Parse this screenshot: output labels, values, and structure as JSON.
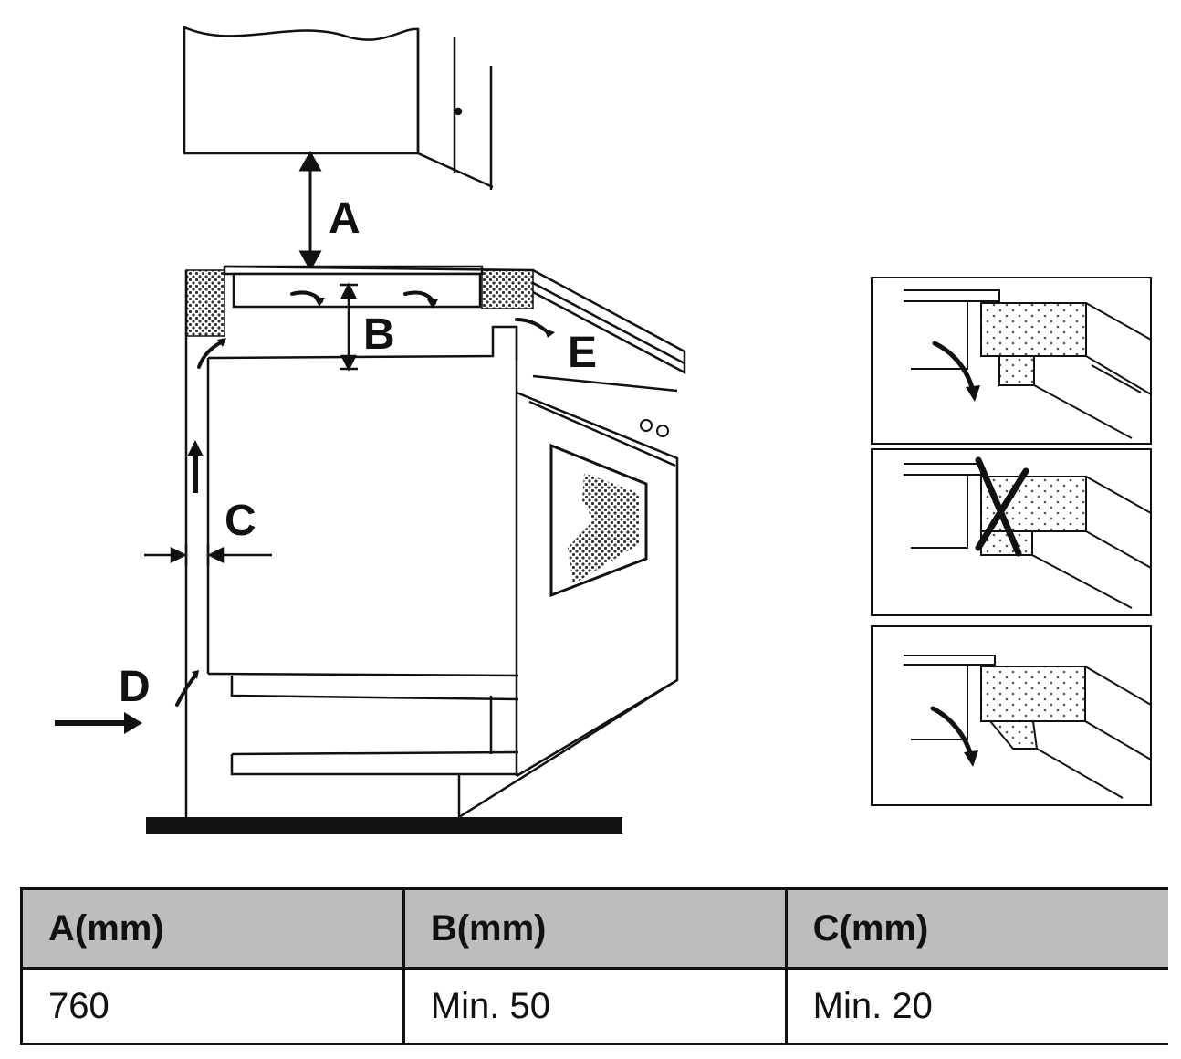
{
  "labels": {
    "a": "A",
    "b": "B",
    "c": "C",
    "d": "D",
    "e": "E"
  },
  "table": {
    "headers": [
      "A(mm)",
      "B(mm)",
      "C(mm)"
    ],
    "rows": [
      [
        "760",
        "Min. 50",
        "Min. 20"
      ]
    ]
  }
}
